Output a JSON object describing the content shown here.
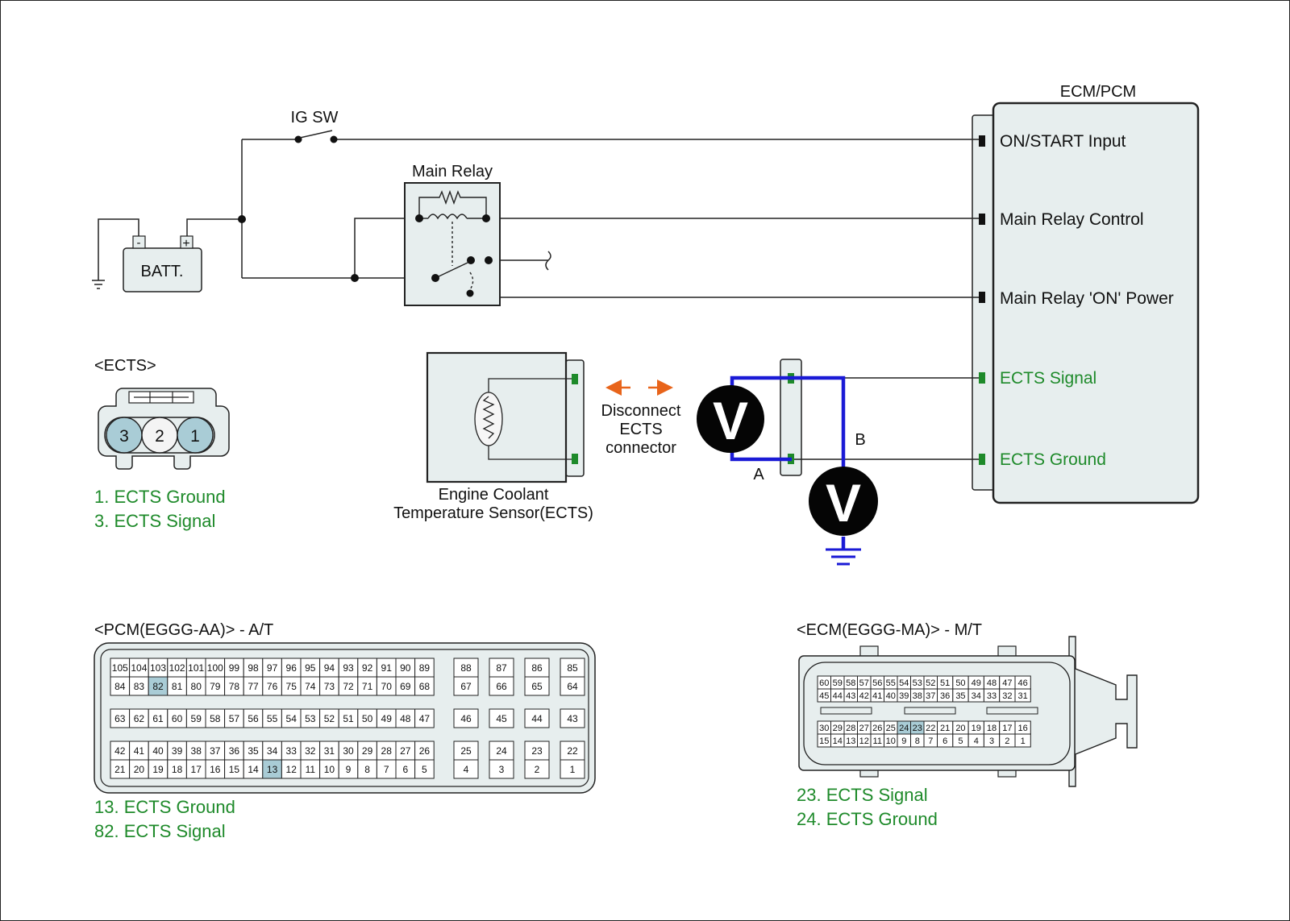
{
  "colors": {
    "green": "#1e8a2a",
    "blue": "#1a1ad6",
    "orange": "#e8641a",
    "box_fill": "#e7eeee",
    "highlight": "#a9ccd6",
    "stroke": "#222222"
  },
  "ecm": {
    "title": "ECM/PCM",
    "pins": [
      {
        "label": "ON/START Input",
        "signal": false
      },
      {
        "label": "Main Relay Control",
        "signal": false
      },
      {
        "label": "Main Relay 'ON' Power",
        "signal": false
      },
      {
        "label": "ECTS Signal",
        "signal": true
      },
      {
        "label": "ECTS Ground",
        "signal": true
      }
    ]
  },
  "ig_sw_label": "IG SW",
  "main_relay_label": "Main Relay",
  "battery": {
    "label": "BATT.",
    "neg": "-",
    "pos": "+"
  },
  "ects_connector": {
    "title": "<ECTS>",
    "pins": [
      "3",
      "2",
      "1"
    ],
    "highlighted": [
      "3",
      "1"
    ],
    "legend": [
      "1. ECTS Ground",
      "3. ECTS Signal"
    ]
  },
  "sensor": {
    "line1": "Engine Coolant",
    "line2": "Temperature Sensor(ECTS)"
  },
  "disconnect": {
    "line1": "Disconnect",
    "line2": "ECTS",
    "line3": "connector"
  },
  "meters": {
    "symbol": "V",
    "a_label": "A",
    "b_label": "B"
  },
  "pcm_connector": {
    "title": "<PCM(EGGG-AA)> - A/T",
    "block1_row1": [
      "105",
      "104",
      "103",
      "102",
      "101",
      "100",
      "99",
      "98",
      "97",
      "96",
      "95",
      "94",
      "93",
      "92",
      "91",
      "90",
      "89"
    ],
    "block1_row2": [
      "84",
      "83",
      "82",
      "81",
      "80",
      "79",
      "78",
      "77",
      "76",
      "75",
      "74",
      "73",
      "72",
      "71",
      "70",
      "69",
      "68"
    ],
    "block1_side_row1": [
      "88",
      "87",
      "86",
      "85"
    ],
    "block1_side_row2": [
      "67",
      "66",
      "65",
      "64"
    ],
    "block2_row": [
      "63",
      "62",
      "61",
      "60",
      "59",
      "58",
      "57",
      "56",
      "55",
      "54",
      "53",
      "52",
      "51",
      "50",
      "49",
      "48",
      "47"
    ],
    "block2_side": [
      "46",
      "45",
      "44",
      "43"
    ],
    "block3_row1": [
      "42",
      "41",
      "40",
      "39",
      "38",
      "37",
      "36",
      "35",
      "34",
      "33",
      "32",
      "31",
      "30",
      "29",
      "28",
      "27",
      "26"
    ],
    "block3_row2": [
      "21",
      "20",
      "19",
      "18",
      "17",
      "16",
      "15",
      "14",
      "13",
      "12",
      "11",
      "10",
      "9",
      "8",
      "7",
      "6",
      "5"
    ],
    "block3_side_row1": [
      "25",
      "24",
      "23",
      "22"
    ],
    "block3_side_row2": [
      "4",
      "3",
      "2",
      "1"
    ],
    "highlighted": [
      "82",
      "13"
    ],
    "legend": [
      "13. ECTS Ground",
      "82. ECTS Signal"
    ]
  },
  "ecm_connector": {
    "title": "<ECM(EGGG-MA)> - M/T",
    "top_row1": [
      "60",
      "59",
      "58",
      "57",
      "56",
      "55",
      "54",
      "53",
      "52",
      "51",
      "50",
      "49",
      "48",
      "47",
      "46"
    ],
    "top_row2": [
      "45",
      "44",
      "43",
      "42",
      "41",
      "40",
      "39",
      "38",
      "37",
      "36",
      "35",
      "34",
      "33",
      "32",
      "31"
    ],
    "bot_row1": [
      "30",
      "29",
      "28",
      "27",
      "26",
      "25",
      "24",
      "23",
      "22",
      "21",
      "20",
      "19",
      "18",
      "17",
      "16"
    ],
    "bot_row2": [
      "15",
      "14",
      "13",
      "12",
      "11",
      "10",
      "9",
      "8",
      "7",
      "6",
      "5",
      "4",
      "3",
      "2",
      "1"
    ],
    "highlighted": [
      "24",
      "23"
    ],
    "legend": [
      "23. ECTS Signal",
      "24. ECTS Ground"
    ]
  }
}
